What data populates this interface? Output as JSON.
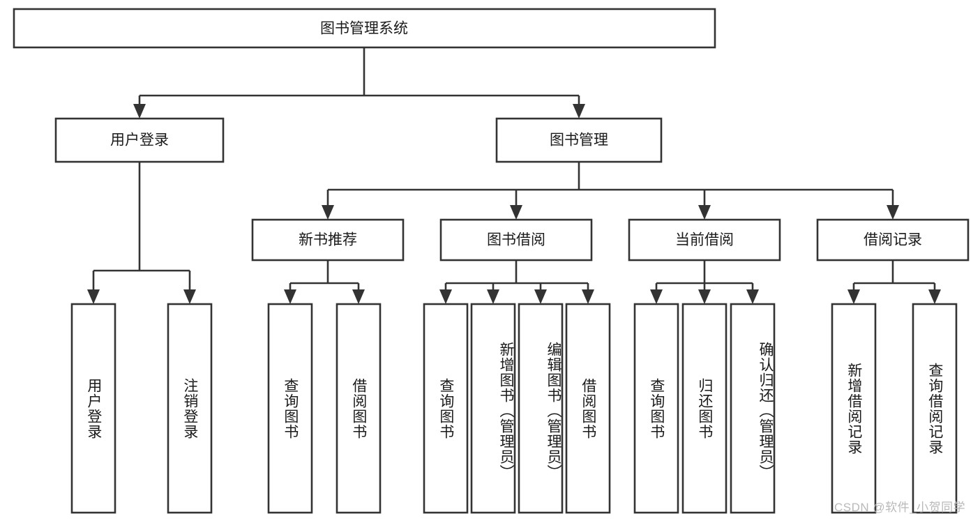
{
  "diagram": {
    "title": "图书管理系统",
    "type": "tree-hierarchy",
    "root": {
      "label": "图书管理系统"
    },
    "level2": [
      {
        "label": "用户登录"
      },
      {
        "label": "图书管理"
      }
    ],
    "level3": [
      {
        "label": "新书推荐"
      },
      {
        "label": "图书借阅"
      },
      {
        "label": "当前借阅"
      },
      {
        "label": "借阅记录"
      }
    ],
    "leaves": {
      "user_login": [
        {
          "label": "用户登录"
        },
        {
          "label": "注销登录"
        }
      ],
      "new_book_recommend": [
        {
          "label": "查询图书"
        },
        {
          "label": "借阅图书"
        }
      ],
      "book_borrow": [
        {
          "label": "查询图书"
        },
        {
          "label": "新增图书（管理员）"
        },
        {
          "label": "编辑图书（管理员）"
        },
        {
          "label": "借阅图书"
        }
      ],
      "current_borrow": [
        {
          "label": "查询图书"
        },
        {
          "label": "归还图书"
        },
        {
          "label": "确认归还（管理员）"
        }
      ],
      "borrow_record": [
        {
          "label": "新增借阅记录"
        },
        {
          "label": "查询借阅记录"
        }
      ]
    }
  },
  "watermark": {
    "text": "CSDN @软件_小贺同学"
  },
  "colors": {
    "stroke": "#333333",
    "box_fill": "#ffffff",
    "text": "#1a1a1a",
    "watermark": "#b9b9b9",
    "background": "#ffffff"
  }
}
